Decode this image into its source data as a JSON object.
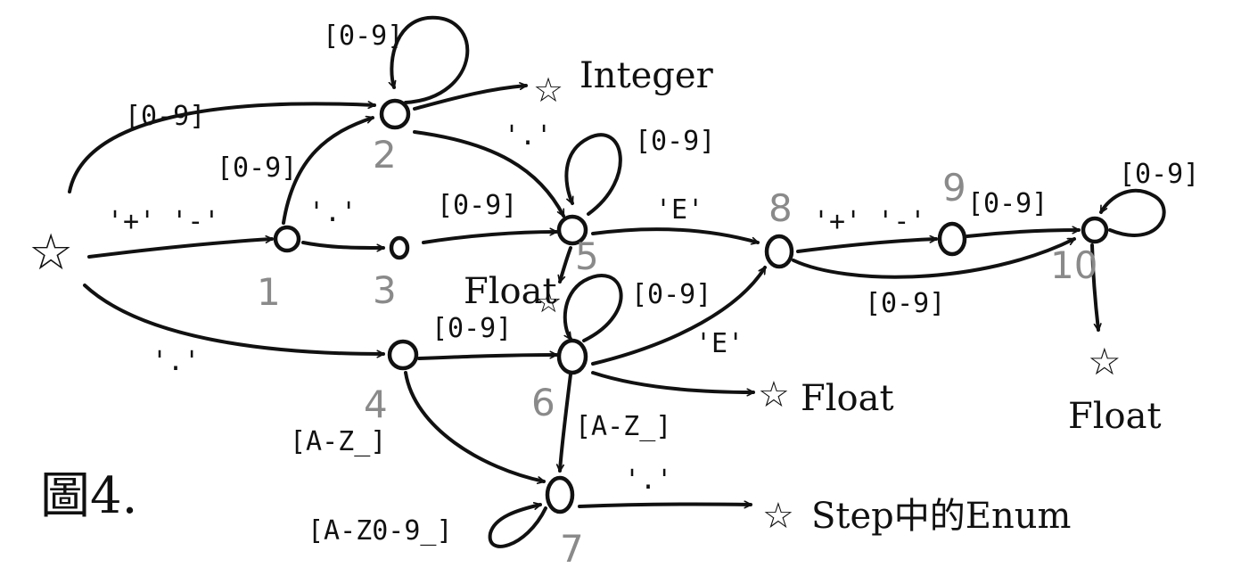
{
  "caption": "圖4.",
  "states": {
    "1": "1",
    "2": "2",
    "3": "3",
    "4": "4",
    "5": "5",
    "6": "6",
    "7": "7",
    "8": "8",
    "9": "9",
    "10": "10"
  },
  "labels": {
    "digits": "[0-9]",
    "sign": "'+' '-'",
    "dot": "'.'",
    "exp": "'E'",
    "az": "[A-Z_]",
    "az09": "[A-Z0-9_]"
  },
  "outputs": {
    "integer": "Integer",
    "float": "Float",
    "enum": "Step中的Enum"
  },
  "star_glyph": "☆"
}
